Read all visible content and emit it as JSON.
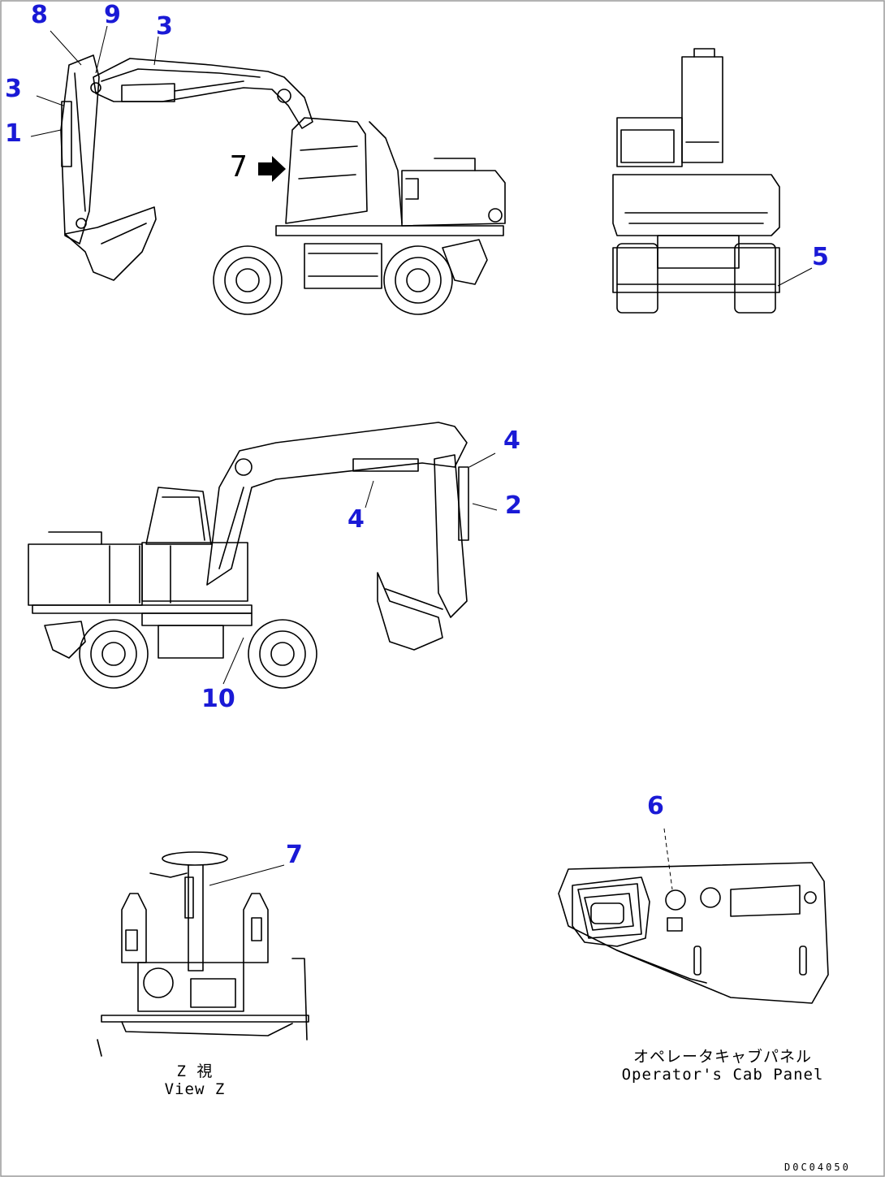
{
  "callouts": {
    "c8": "8",
    "c9": "9",
    "c3_top": "3",
    "c3_left": "3",
    "c1": "1",
    "c5": "5",
    "c4_right": "4",
    "c4_mid": "4",
    "c2": "2",
    "c10": "10",
    "c7_view": "7",
    "c6": "6"
  },
  "position_mark": "7",
  "captions": {
    "view_z_jp": "Z 視",
    "view_z_en": "View Z",
    "cab_panel_jp": "オペレータキャブパネル",
    "cab_panel_en": "Operator's Cab Panel"
  },
  "drawing_number": "D0C04050",
  "colors": {
    "callout": "#1a1ad6",
    "line": "#000000",
    "frame": "#9a9a9a"
  }
}
